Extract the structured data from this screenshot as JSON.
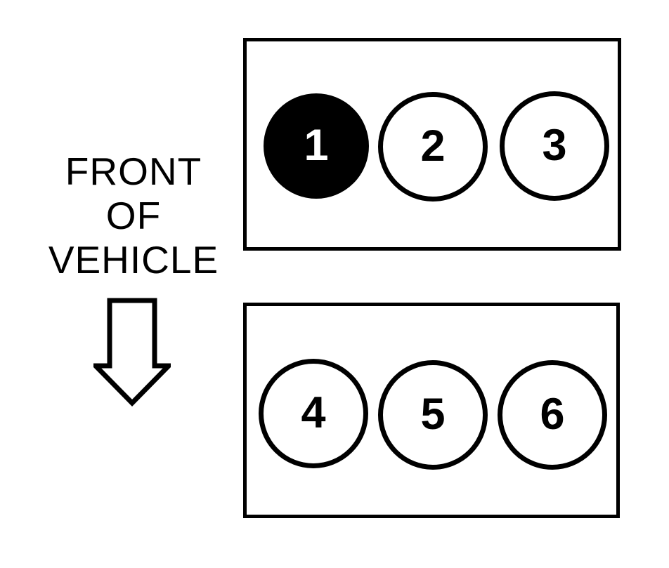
{
  "diagram": {
    "front_label": [
      "FRONT",
      "OF",
      "VEHICLE"
    ],
    "arrow_icon": "down-arrow",
    "colors": {
      "ink": "#000000",
      "paper": "#ffffff",
      "filled_cylinder_fill": "#000000",
      "filled_cylinder_text": "#ffffff"
    },
    "banks": [
      {
        "id": "top-bank",
        "cylinders": [
          {
            "label": "1",
            "filled": true
          },
          {
            "label": "2",
            "filled": false
          },
          {
            "label": "3",
            "filled": false
          }
        ]
      },
      {
        "id": "bottom-bank",
        "cylinders": [
          {
            "label": "4",
            "filled": false
          },
          {
            "label": "5",
            "filled": false
          },
          {
            "label": "6",
            "filled": false
          }
        ]
      }
    ]
  }
}
